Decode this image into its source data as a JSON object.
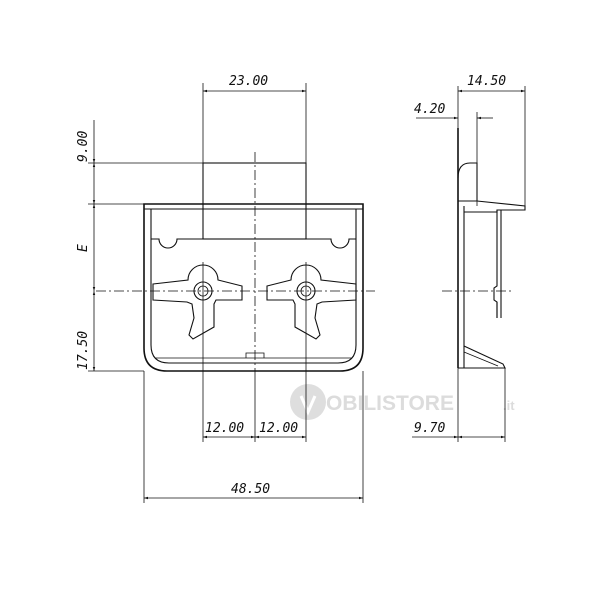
{
  "dimensions": {
    "top_width": "23.00",
    "height_top": "9.00",
    "e": "E",
    "height_bottom": "17.50",
    "hole_left": "12.00",
    "hole_right": "12.00",
    "overall_width": "48.50",
    "side_depth": "14.50",
    "side_thickness": "4.20",
    "side_bottom": "9.70"
  },
  "watermark": {
    "brand": "OBILISTORE",
    "suffix": ".it"
  },
  "colors": {
    "line": "#111111",
    "watermark": "#dcdcdc"
  }
}
